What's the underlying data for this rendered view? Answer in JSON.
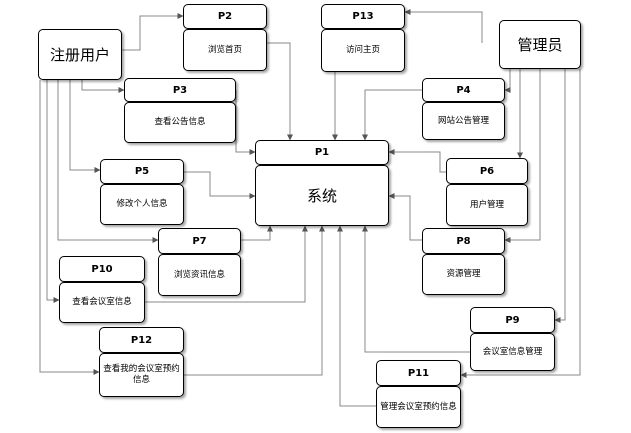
{
  "actors": {
    "registered_user": "注册用户",
    "admin": "管理员"
  },
  "processes": [
    {
      "id": "P1",
      "label": "系统"
    },
    {
      "id": "P2",
      "label": "浏览首页"
    },
    {
      "id": "P3",
      "label": "查看公告信息"
    },
    {
      "id": "P4",
      "label": "网站公告管理"
    },
    {
      "id": "P5",
      "label": "修改个人信息"
    },
    {
      "id": "P6",
      "label": "用户管理"
    },
    {
      "id": "P7",
      "label": "浏览资讯信息"
    },
    {
      "id": "P8",
      "label": "资源管理"
    },
    {
      "id": "P9",
      "label": "会议室信息管理"
    },
    {
      "id": "P10",
      "label": "查看会议室信息"
    },
    {
      "id": "P11",
      "label": "管理会议室预约信息"
    },
    {
      "id": "P12",
      "label": "查看我的会议室预约信息"
    },
    {
      "id": "P13",
      "label": "访问主页"
    }
  ]
}
